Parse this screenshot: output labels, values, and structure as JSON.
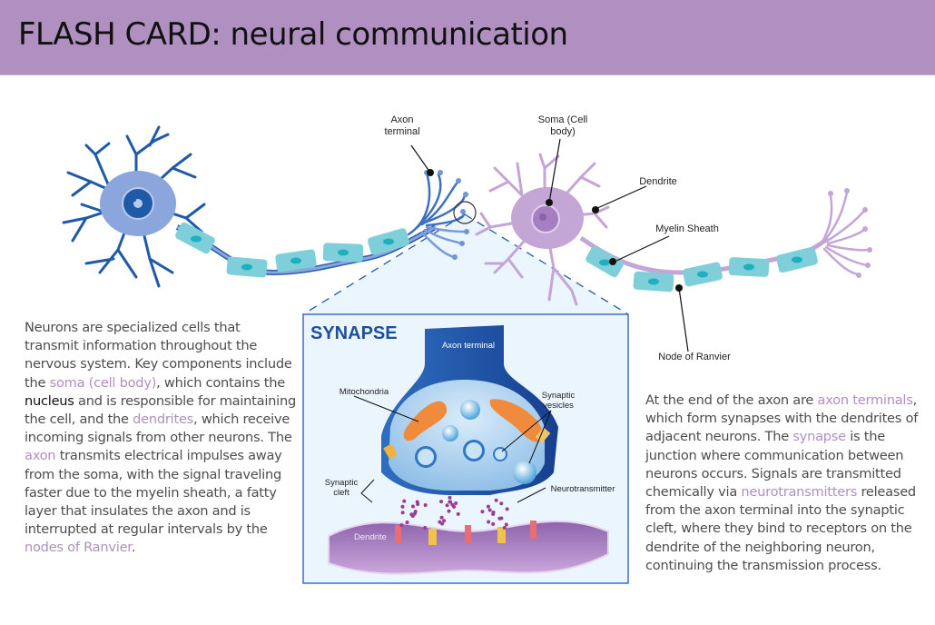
{
  "header": {
    "title": "FLASH CARD: neural communication",
    "background_color": "#b08fc1"
  },
  "diagram_labels": {
    "axon_terminal": "Axon terminal",
    "soma": "Soma (Cell body)",
    "dendrite": "Dendrite",
    "myelin_sheath": "Myelin Sheath",
    "node_of_ranvier": "Node of Ranvier"
  },
  "synapse": {
    "title": "SYNAPSE",
    "labels": {
      "axon_terminal": "Axon terminal",
      "mitochondria": "Mitochondria",
      "synaptic_vesicles": "Synaptic vesicles",
      "synaptic_cleft": "Synaptic cleft",
      "neurotransmitter": "Neurotransmitter",
      "dendrite": "Dendrite"
    }
  },
  "left_text": [
    {
      "t": "Neurons are specialized cells that transmit information throughout the nervous system. Key components include the ",
      "s": "plain"
    },
    {
      "t": "soma (cell body)",
      "s": "hl"
    },
    {
      "t": ", which contains the ",
      "s": "plain"
    },
    {
      "t": "nucleus",
      "s": "bold"
    },
    {
      "t": " and is responsible for maintaining the cell, and the ",
      "s": "plain"
    },
    {
      "t": "dendrites",
      "s": "hl"
    },
    {
      "t": ", which receive incoming signals from other neurons. The ",
      "s": "plain"
    },
    {
      "t": "axon",
      "s": "hl"
    },
    {
      "t": " transmits electrical impulses away from the soma, with the signal traveling faster due to the myelin sheath, a fatty layer that insulates the axon and is interrupted at regular intervals by the ",
      "s": "plain"
    },
    {
      "t": "nodes of Ranvier",
      "s": "hl"
    },
    {
      "t": ".",
      "s": "plain"
    }
  ],
  "right_text": [
    {
      "t": "At the end of the axon are ",
      "s": "plain"
    },
    {
      "t": "axon terminals",
      "s": "hl"
    },
    {
      "t": ", which form synapses with the dendrites of adjacent neurons. The ",
      "s": "plain"
    },
    {
      "t": "synapse",
      "s": "hl"
    },
    {
      "t": " is the junction where communication between neurons occurs. Signals are transmitted chemically via ",
      "s": "plain"
    },
    {
      "t": "neurotransmitters",
      "s": "hl"
    },
    {
      "t": " released from the axon terminal into the synaptic cleft, where they bind to receptors on the dendrite of the neighboring neuron, continuing the transmission process.",
      "s": "plain"
    }
  ],
  "colors": {
    "highlight": "#b08fc1",
    "body_text": "#4d4d4d",
    "neuron_blue": "#8aa6dc",
    "neuron_blue_dark": "#1f5aa8",
    "neuron_purple": "#c4a6d6",
    "myelin": "#7fcfdb",
    "synapse_title": "#1d4f9a"
  }
}
